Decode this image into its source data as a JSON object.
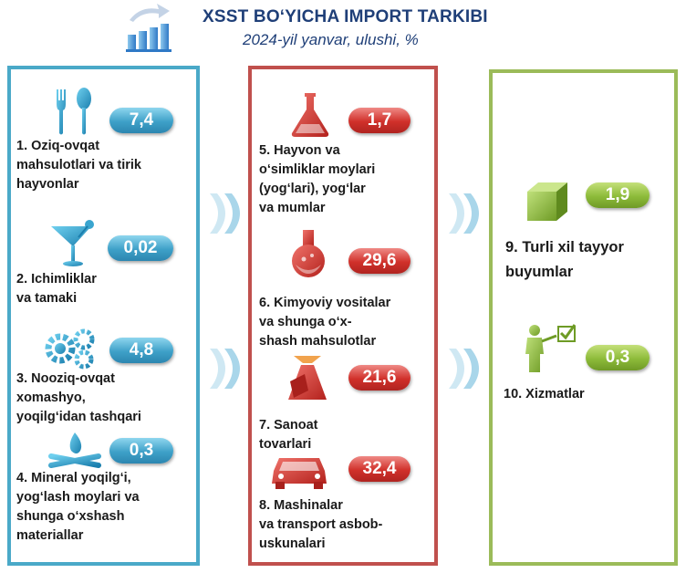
{
  "header": {
    "title": "XSST BO‘YICHA IMPORT TARKIBI",
    "subtitle": "2024-yil yanvar, ulushi, %",
    "icon": "bar-chart-arrow-icon"
  },
  "colors": {
    "title": "#1f3f78",
    "panel_1": "#4aa9c8",
    "panel_2": "#c0504d",
    "panel_3": "#9bbb59"
  },
  "chart_data": {
    "type": "table",
    "title": "XSST BO‘YICHA IMPORT TARKIBI",
    "subtitle": "2024-yil yanvar, ulushi, %",
    "categories": [
      "1. Oziq-ovqat mahsulotlari va tirik hayvonlar",
      "2. Ichimliklar va tamaki",
      "3. Nooziq-ovqat xomashyo, yoqilg‘idan tashqari",
      "4. Mineral yoqilg‘i, yog‘lash moylari va shunga o‘xshash materiallar",
      "5. Hayvon va o‘simliklar moylari (yog‘lari), yog‘lar va mumlar",
      "6. Kimyoviy vositalar va shunga o‘xshash mahsulotlar",
      "7. Sanoat tovarlari",
      "8. Mashinalar va transport asbob-uskunalari",
      "9. Turli xil tayyor buyumlar",
      "10. Xizmatlar"
    ],
    "values": [
      7.4,
      0.02,
      4.8,
      0.3,
      1.7,
      29.6,
      21.6,
      32.4,
      1.9,
      0.3
    ]
  },
  "items": [
    {
      "label": "1. Oziq-ovqat\nmahsulotlari va tirik\nhayvonlar",
      "value": "7,4",
      "icon": "fork-spoon-icon"
    },
    {
      "label": "2. Ichimliklar\nva tamaki",
      "value": "0,02",
      "icon": "cocktail-glass-icon"
    },
    {
      "label": "3. Nooziq-ovqat\nxomashyo,\nyoqilg‘idan tashqari",
      "value": "4,8",
      "icon": "gears-icon"
    },
    {
      "label": "4. Mineral yoqilg‘i,\nyog‘lash moylari va\nshunga o‘xshash\nmateriallar",
      "value": "0,3",
      "icon": "campfire-icon"
    },
    {
      "label": "5. Hayvon va\no‘simliklar moylari\n(yog‘lari), yog‘lar\nva mumlar",
      "value": "1,7",
      "icon": "flask-icon"
    },
    {
      "label": "6. Kimyoviy vositalar\nva shunga o‘x-\nshash mahsulotlar",
      "value": "29,6",
      "icon": "chemistry-flask-icon"
    },
    {
      "label": "7. Sanoat\ntovarlari",
      "value": "21,6",
      "icon": "hammer-icon"
    },
    {
      "label": "8. Mashinalar\nva transport asbob-\nuskunalari",
      "value": "32,4",
      "icon": "car-icon"
    },
    {
      "label": "9. Turli xil tayyor\nbuyumlar",
      "value": "1,9",
      "icon": "box-icon"
    },
    {
      "label": "10. Xizmatlar",
      "value": "0,3",
      "icon": "presenter-checklist-icon"
    }
  ]
}
